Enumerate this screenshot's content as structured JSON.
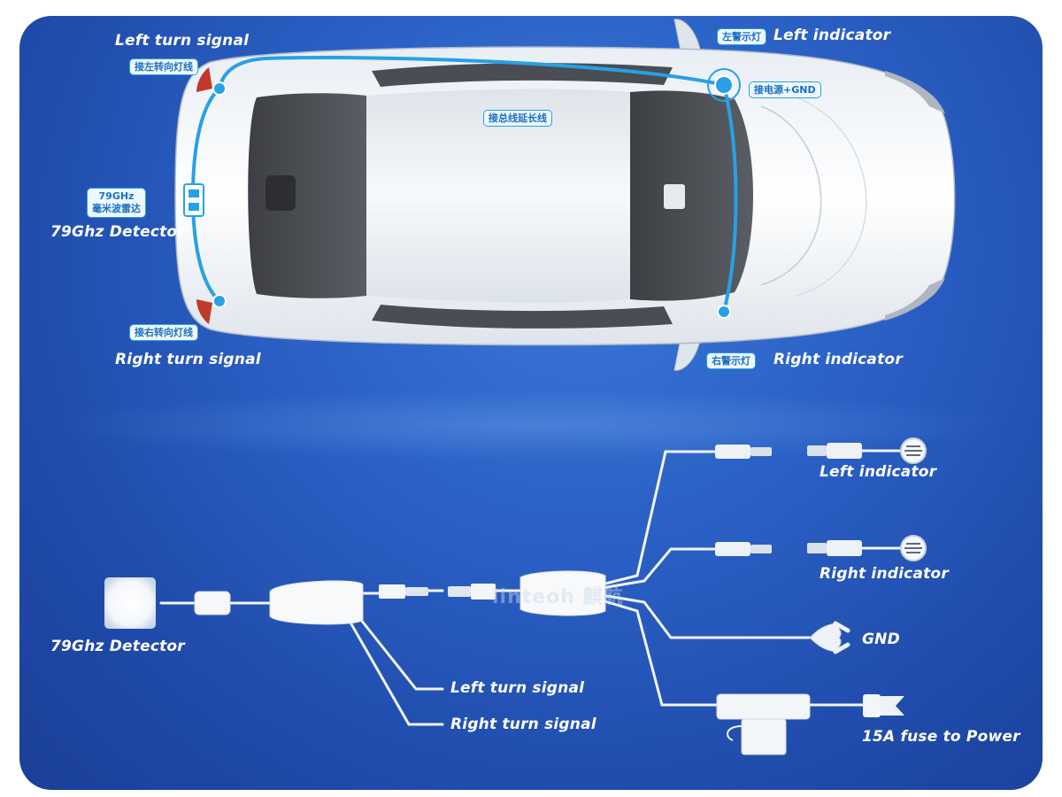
{
  "car_labels": {
    "left_turn_signal": "Left turn signal",
    "left_turn_signal_cn": "接左转向灯线",
    "left_indicator": "Left indicator",
    "left_indicator_cn": "左警示灯",
    "power_gnd_cn": "接电源+GND",
    "bus_extension_cn": "接总线延长线",
    "radar_cn_line1": "79GHz",
    "radar_cn_line2": "毫米波雷达",
    "detector": "79Ghz Detector",
    "right_turn_signal_cn": "接右转向灯线",
    "right_turn_signal": "Right turn signal",
    "right_indicator_cn": "右警示灯",
    "right_indicator": "Right indicator"
  },
  "wiring_labels": {
    "left_indicator": "Left indicator",
    "right_indicator": "Right indicator",
    "gnd": "GND",
    "detector": "79Ghz Detector",
    "left_turn_signal": "Left turn signal",
    "right_turn_signal": "Right turn signal",
    "fuse": "15A fuse to Power"
  },
  "watermark": "linteoh 麒航",
  "colors": {
    "background": "#2a5fc4",
    "wire_highlight": "#27a0e6",
    "label_text": "#ffffff",
    "tag_text": "#1a6fc0"
  }
}
